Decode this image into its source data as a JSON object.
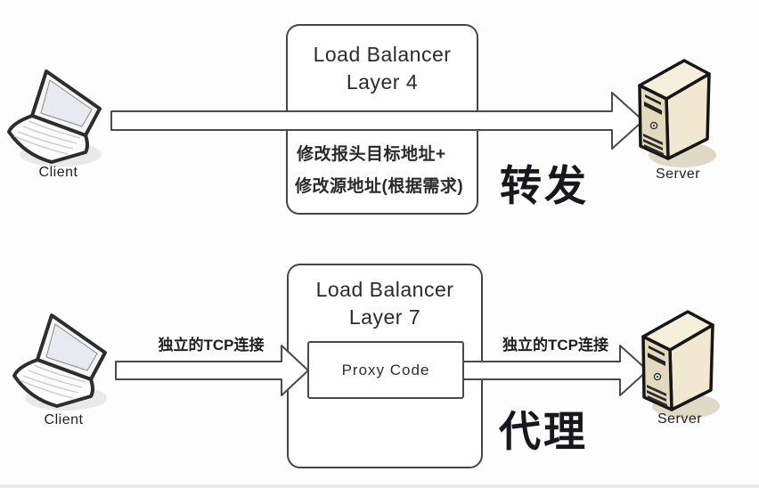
{
  "colors": {
    "background": "#fdfdfd",
    "outline": "#454545",
    "arrow_fill": "#ffffff",
    "text_dark": "#2a2a2a",
    "big_label_color": "#17171d",
    "server_front": "#e3d9bd",
    "server_side": "#f0e8d1",
    "server_top": "#f5efdc",
    "laptop_screen": "#e7eaf1"
  },
  "layer4": {
    "title_line1": "Load Balancer",
    "title_line2": "Layer 4",
    "client_label": "Client",
    "server_label": "Server",
    "note_line1": "修改报头目标地址+",
    "note_line2": "修改源地址(根据需求)",
    "big_label": "转发"
  },
  "layer7": {
    "title_line1": "Load Balancer",
    "title_line2": "Layer 7",
    "client_label": "Client",
    "server_label": "Server",
    "proxy_label": "Proxy Code",
    "tcp_left_label": "独立的TCP连接",
    "tcp_right_label": "独立的TCP连接",
    "big_label": "代理"
  },
  "icons": {
    "client": "laptop-icon",
    "server": "server-tower-icon",
    "flow": "hollow-right-arrow-icon"
  }
}
